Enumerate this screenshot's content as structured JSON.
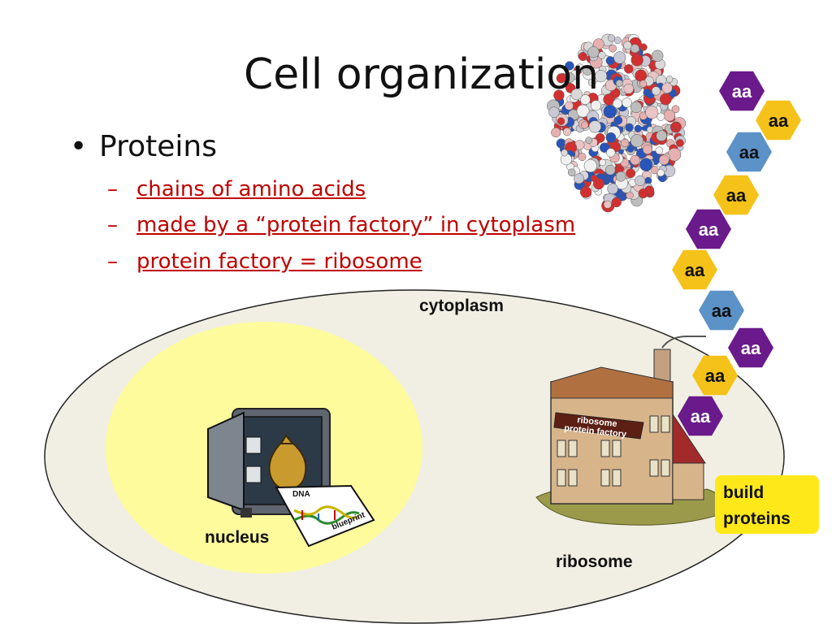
{
  "title": "Cell organization",
  "bullet": "Proteins",
  "subitems": [
    "chains of amino acids",
    "made by a “protein factory” in cytoplasm",
    "protein factory = ribosome"
  ],
  "labels": {
    "cytoplasm": "cytoplasm",
    "nucleus": "nucleus",
    "ribosome": "ribosome",
    "build_line1": "build",
    "build_line2": "proteins",
    "dna": "DNA",
    "blueprint": "blueprint",
    "factory_sign_line1": "ribosome",
    "factory_sign_line2": "protein factory"
  },
  "amino_acid_label": "aa",
  "amino_acid_colors": [
    "purple",
    "gold",
    "blue",
    "gold",
    "purple",
    "gold",
    "blue",
    "purple",
    "gold",
    "purple"
  ],
  "colors": {
    "purple": "#6a1a8a",
    "gold": "#f5c21a",
    "blue": "#5b92c8",
    "build_box": "#ffe81a",
    "cytoplasm_fill": "#f1efe3",
    "nucleus_fill": "#fdfb9c",
    "link_red": "#c00000"
  }
}
